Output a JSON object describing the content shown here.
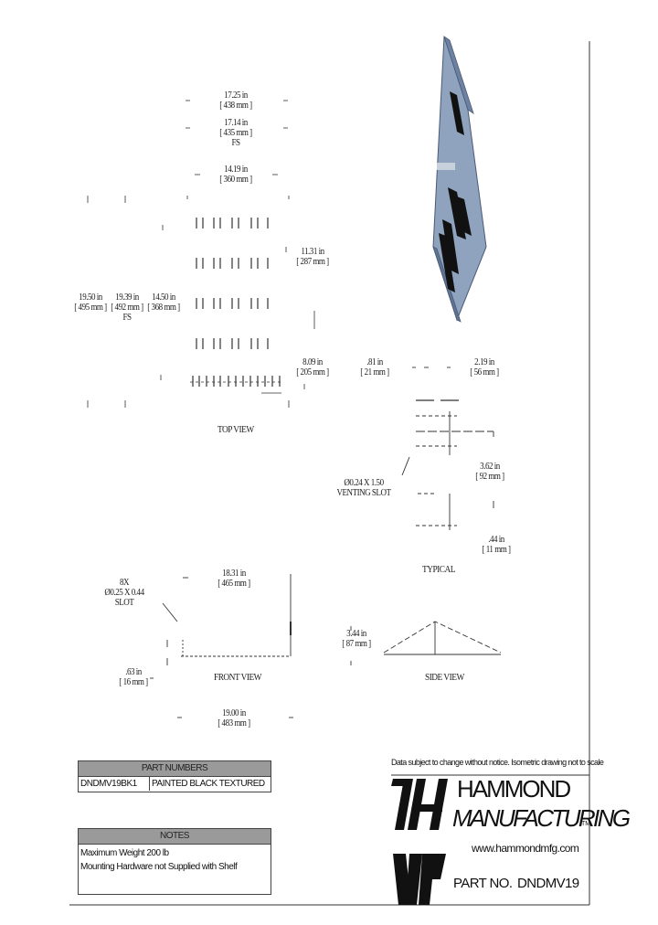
{
  "dimensions": {
    "overall_width": {
      "imperial": "17.25 in",
      "metric": "[ 438 mm ]"
    },
    "inner_width": {
      "imperial": "17.14 in",
      "metric": "[ 435 mm ]",
      "note": "FS"
    },
    "slot_span": {
      "imperial": "14.19 in",
      "metric": "[ 360 mm ]"
    },
    "depth_a": {
      "imperial": "19.50 in",
      "metric": "[ 495 mm ]"
    },
    "depth_b": {
      "imperial": "19.39 in",
      "metric": "[ 492 mm ]",
      "note": "FS"
    },
    "depth_c": {
      "imperial": "14.50 in",
      "metric": "[ 368 mm ]"
    },
    "slot_rows": {
      "imperial": "11.31 in",
      "metric": "[ 287 mm ]"
    },
    "slot_offset": {
      "imperial": "8.09 in",
      "metric": "[ 205 mm ]"
    },
    "vent_gap": {
      "imperial": ".81 in",
      "metric": "[ 21 mm ]"
    },
    "vent_pitch": {
      "imperial": "2.19 in",
      "metric": "[ 56 mm ]"
    },
    "vent_row": {
      "imperial": "3.62 in",
      "metric": "[ 92 mm ]"
    },
    "vent_small": {
      "imperial": ".44 in",
      "metric": "[ 11 mm ]"
    },
    "front_width": {
      "imperial": "18.31 in",
      "metric": "[ 465 mm ]"
    },
    "front_height": {
      "imperial": ".63 in",
      "metric": "[ 16 mm ]"
    },
    "front_overall": {
      "imperial": "19.00 in",
      "metric": "[ 483 mm ]"
    },
    "side_height": {
      "imperial": "3.44 in",
      "metric": "[ 87 mm ]"
    }
  },
  "callouts": {
    "vent_slot_line1": "Ø0.24 X 1.50",
    "vent_slot_line2": "VENTING SLOT",
    "mount_slot_line1": "8X",
    "mount_slot_line2": "Ø0.25 X 0.44",
    "mount_slot_line3": "SLOT"
  },
  "view_labels": {
    "top": "TOP VIEW",
    "typical": "TYPICAL",
    "front": "FRONT VIEW",
    "side": "SIDE VIEW"
  },
  "part_numbers_table": {
    "title": "PART NUMBERS",
    "rows": [
      {
        "part": "DNDMV19BK1",
        "finish": "PAINTED BLACK TEXTURED"
      }
    ]
  },
  "notes_table": {
    "title": "NOTES",
    "lines": [
      "Maximum Weight 200 lb",
      "Mounting Hardware not Supplied with Shelf"
    ]
  },
  "disclaimer": "Data subject to change without notice. Isometric drawing not to scale",
  "title_block": {
    "company_line1": "HAMMOND",
    "company_line2": "MANUFACTURING",
    "trademark": "TM",
    "website": "www.hammondmfg.com",
    "part_no_label": "PART NO.",
    "part_no_value": "DNDMV19"
  },
  "colors": {
    "shelf_face": "#8fa3bf",
    "shelf_edge": "#5f7494",
    "table_header": "#9a9a9a",
    "line": "#222222"
  }
}
